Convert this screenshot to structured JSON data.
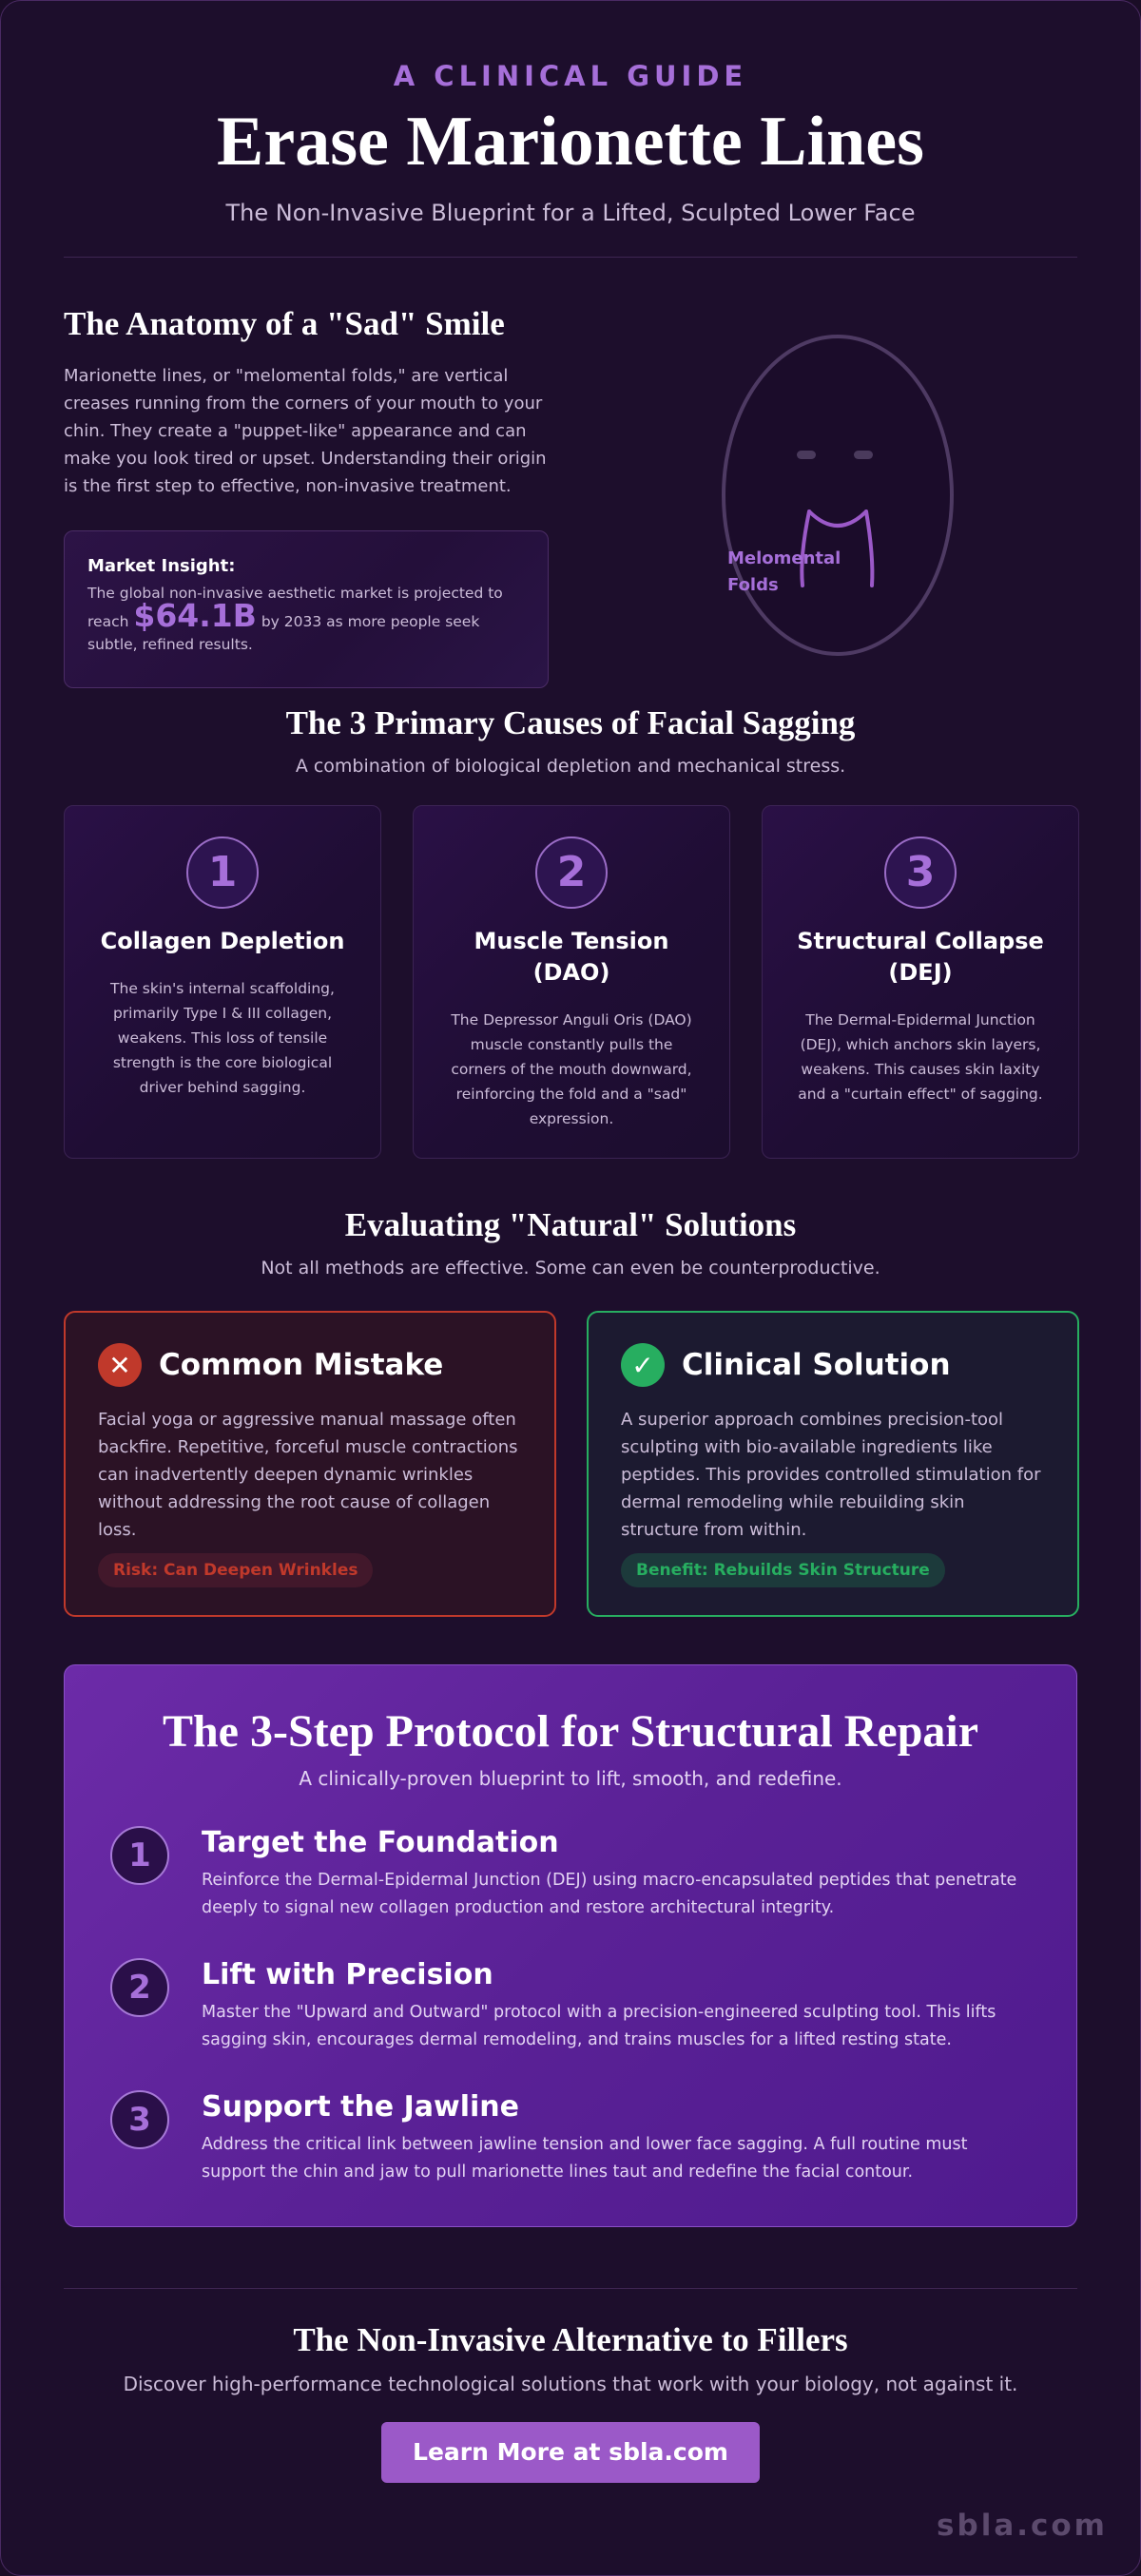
{
  "header": {
    "kicker": "A CLINICAL GUIDE",
    "title": "Erase Marionette Lines",
    "subtitle": "The Non-Invasive Blueprint for a Lifted, Sculpted Lower Face"
  },
  "anatomy": {
    "title": "The Anatomy of a \"Sad\" Smile",
    "body": "Marionette lines, or \"melomental folds,\" are vertical creases running from the corners of your mouth to your chin. They create a \"puppet-like\" appearance and can make you look tired or upset. Understanding their origin is the first step to effective, non-invasive treatment.",
    "insight": {
      "label": "Market Insight:",
      "text_before": "The global non-invasive aesthetic market is projected to reach",
      "value": "$64.1B",
      "text_after": "by 2033 as more people seek subtle, refined results."
    },
    "diagram_label_line1": "Melomental",
    "diagram_label_line2": "Folds"
  },
  "causes": {
    "title": "The 3 Primary Causes of Facial Sagging",
    "subtitle": "A combination of biological depletion and mechanical stress.",
    "cards": [
      {
        "number": "1",
        "title": "Collagen Depletion",
        "text": "The skin's internal scaffolding, primarily Type I & III collagen, weakens. This loss of tensile strength is the core biological driver behind sagging."
      },
      {
        "number": "2",
        "title": "Muscle Tension (DAO)",
        "text": "The Depressor Anguli Oris (DAO) muscle constantly pulls the corners of the mouth downward, reinforcing the fold and a \"sad\" expression."
      },
      {
        "number": "3",
        "title": "Structural Collapse (DEJ)",
        "text": "The Dermal-Epidermal Junction (DEJ), which anchors skin layers, weakens. This causes skin laxity and a \"curtain effect\" of sagging."
      }
    ]
  },
  "evaluation": {
    "title": "Evaluating \"Natural\" Solutions",
    "subtitle": "Not all methods are effective. Some can even be counterproductive.",
    "mistake": {
      "title": "Common Mistake",
      "icon": "x-icon",
      "text": "Facial yoga or aggressive manual massage often backfire. Repetitive, forceful muscle contractions can inadvertently deepen dynamic wrinkles without addressing the root cause of collagen loss.",
      "pill": "Risk: Can Deepen Wrinkles",
      "color": "#c0392b"
    },
    "solution": {
      "title": "Clinical Solution",
      "icon": "check-icon",
      "text": "A superior approach combines precision-tool sculpting with bio-available ingredients like peptides. This provides controlled stimulation for dermal remodeling while rebuilding skin structure from within.",
      "pill": "Benefit: Rebuilds Skin Structure",
      "color": "#27ae60"
    }
  },
  "protocol": {
    "title": "The 3-Step Protocol for Structural Repair",
    "subtitle": "A clinically-proven blueprint to lift, smooth, and redefine.",
    "steps": [
      {
        "number": "1",
        "title": "Target the Foundation",
        "text": "Reinforce the Dermal-Epidermal Junction (DEJ) using macro-encapsulated peptides that penetrate deeply to signal new collagen production and restore architectural integrity."
      },
      {
        "number": "2",
        "title": "Lift with Precision",
        "text": "Master the \"Upward and Outward\" protocol with a precision-engineered sculpting tool. This lifts sagging skin, encourages dermal remodeling, and trains muscles for a lifted resting state."
      },
      {
        "number": "3",
        "title": "Support the Jawline",
        "text": "Address the critical link between jawline tension and lower face sagging. A full routine must support the chin and jaw to pull marionette lines taut and redefine the facial contour."
      }
    ]
  },
  "footer": {
    "title": "The Non-Invasive Alternative to Fillers",
    "subtitle": "Discover high-performance technological solutions that work with your biology, not against it.",
    "cta": "Learn More at sbla.com",
    "brand": "sbla.com"
  },
  "colors": {
    "accent": "#a66fd9",
    "background": "#1d0e2c",
    "danger": "#c0392b",
    "success": "#27ae60",
    "cta": "#9b59c8"
  }
}
